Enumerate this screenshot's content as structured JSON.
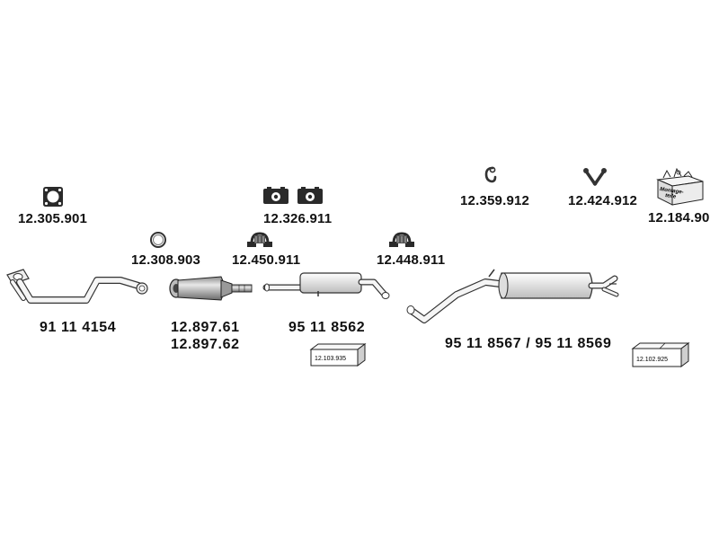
{
  "parts": {
    "gasket_square": "12.305.901",
    "ring_gasket": "12.308.903",
    "front_pipe": "91 11 4154",
    "catalyst_a": "12.897.61",
    "catalyst_b": "12.897.62",
    "clamp_front": "12.450.911",
    "rubber_mounts": "12.326.911",
    "middle_silencer": "95 11 8562",
    "clamp_rear": "12.448.911",
    "hook": "12.359.912",
    "v_bracket": "12.424.912",
    "mounting_kit": "12.184.90",
    "rear_silencer": "95 11 8567 / 95 11 8569"
  },
  "boxes": {
    "middle_box": "12.103.935",
    "rear_box": "12.102.925"
  },
  "kit_text": {
    "line1": "Montage-",
    "line2": "teile"
  },
  "icons": {
    "gasket": "square-gasket-icon",
    "ring": "ring-gasket-icon",
    "clamp": "pipe-clamp-icon",
    "mount": "rubber-mount-icon",
    "hook": "hanger-hook-icon",
    "bracket": "v-bracket-icon",
    "kit": "toolbox-icon"
  }
}
